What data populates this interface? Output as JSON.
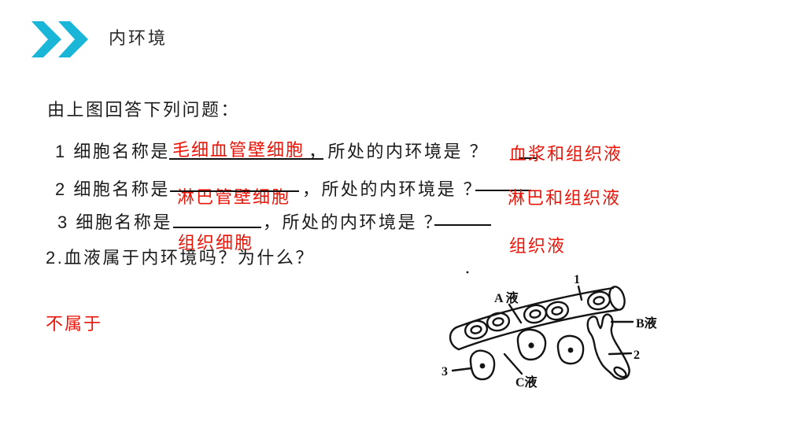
{
  "slide": {
    "title": "内环境",
    "accent_color": "#1ab6d8",
    "answer_color": "#e81508"
  },
  "intro": "由上图回答下列问题：",
  "questions": {
    "q1": {
      "prefix": "1 细胞名称是",
      "blank_answer": "毛细血管壁细胞",
      "suffix": "，所处的内环境是 ？",
      "answer": "血浆和组织液"
    },
    "q2": {
      "prefix": "2 细胞名称是",
      "blank_answer": "淋巴管壁细胞",
      "suffix": "，所处的内环境是 ？",
      "answer": "淋巴和组织液"
    },
    "q3": {
      "prefix": "3 细胞名称是",
      "blank_answer": "组织细胞",
      "suffix": "，所处的内环境是 ？",
      "answer": "组织液"
    },
    "q_blood": {
      "text": "2.血液属于内环境吗？为什么？",
      "answer": "不属于"
    }
  },
  "diagram": {
    "labels": {
      "num1": "1",
      "num2": "2",
      "num3": "3",
      "fluid_a": "A 液",
      "fluid_b": "B液",
      "fluid_c": "C液"
    }
  }
}
